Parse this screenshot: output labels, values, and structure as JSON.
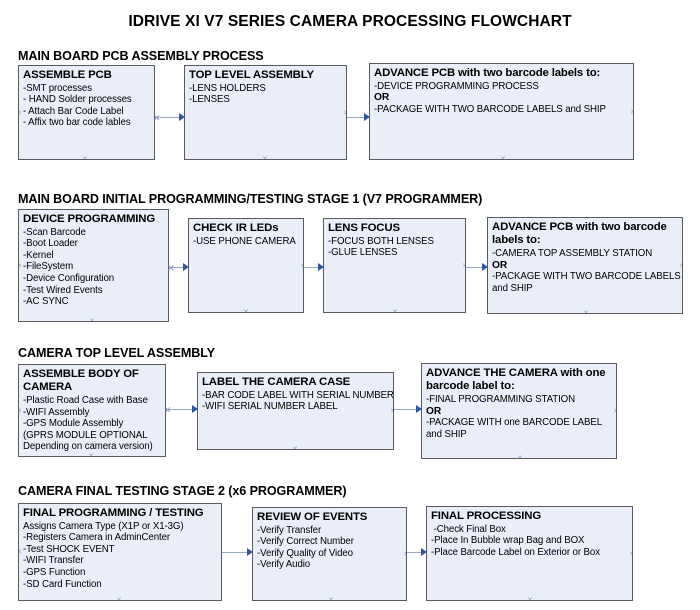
{
  "page": {
    "title": "IDRIVE XI V7 SERIES CAMERA PROCESSING FLOWCHART",
    "background_color": "#ffffff",
    "node_fill_color": "#e9eef8",
    "node_border_color": "#59595e",
    "connector_color": "#96a7c4",
    "arrowhead_color": "#2f55a4"
  },
  "sections": [
    {
      "id": "main-board-pcb-assembly-process",
      "title": "MAIN BOARD PCB ASSEMBLY PROCESS",
      "nodes": [
        {
          "id": "assemble-pcb",
          "title": "ASSEMBLE PCB",
          "lines": [
            {
              "text": "-SMT processes",
              "bold": false
            },
            {
              "text": "- HAND Solder processes",
              "bold": false
            },
            {
              "text": "- Attach Bar Code Label",
              "bold": false
            },
            {
              "text": "- Affix two bar code lables",
              "bold": false
            }
          ]
        },
        {
          "id": "top-level-assembly",
          "title": "TOP LEVEL ASSEMBLY",
          "lines": [
            {
              "text": "-LENS HOLDERS",
              "bold": false
            },
            {
              "text": "-LENSES",
              "bold": false
            }
          ]
        },
        {
          "id": "advance-pcb-two-barcode-labels",
          "title": "ADVANCE PCB with two barcode labels to:",
          "lines": [
            {
              "text": "-DEVICE PROGRAMMING PROCESS",
              "bold": false
            },
            {
              "text": "OR",
              "bold": true
            },
            {
              "text": "-PACKAGE WITH TWO BARCODE LABELS and SHIP",
              "bold": false
            }
          ]
        }
      ]
    },
    {
      "id": "main-board-initial-programming-testing-stage-1",
      "title": "MAIN BOARD INITIAL PROGRAMMING/TESTING STAGE 1 (V7 PROGRAMMER)",
      "nodes": [
        {
          "id": "device-programming",
          "title": "DEVICE PROGRAMMING",
          "lines": [
            {
              "text": "-Scan Barcode",
              "bold": false
            },
            {
              "text": "-Boot Loader",
              "bold": false
            },
            {
              "text": "-Kernel",
              "bold": false
            },
            {
              "text": "-FileSystem",
              "bold": false
            },
            {
              "text": "-Device Configuration",
              "bold": false
            },
            {
              "text": "-Test Wired Events",
              "bold": false
            },
            {
              "text": "-AC SYNC",
              "bold": false
            }
          ]
        },
        {
          "id": "check-ir-leds",
          "title": "CHECK IR LEDs",
          "lines": [
            {
              "text": "-USE PHONE CAMERA",
              "bold": false
            }
          ]
        },
        {
          "id": "lens-focus",
          "title": "LENS FOCUS",
          "lines": [
            {
              "text": "-FOCUS BOTH LENSES",
              "bold": false
            },
            {
              "text": "-GLUE LENSES",
              "bold": false
            }
          ]
        },
        {
          "id": "advance-pcb-to-camera-top-assembly",
          "title": "ADVANCE PCB with two barcode\nlabels to:",
          "lines": [
            {
              "text": "-CAMERA TOP ASSEMBLY STATION",
              "bold": false
            },
            {
              "text": "OR",
              "bold": true
            },
            {
              "text": "-PACKAGE WITH TWO BARCODE LABELS",
              "bold": false
            },
            {
              "text": "and SHIP",
              "bold": false
            }
          ]
        }
      ]
    },
    {
      "id": "camera-top-level-assembly",
      "title": "CAMERA TOP LEVEL ASSEMBLY",
      "nodes": [
        {
          "id": "assemble-body-of-camera",
          "title": "ASSEMBLE BODY OF\nCAMERA",
          "lines": [
            {
              "text": "-Plastic Road Case with Base",
              "bold": false
            },
            {
              "text": "-WIFI Assembly",
              "bold": false
            },
            {
              "text": "-GPS Module Assembly",
              "bold": false
            },
            {
              "text": "(GPRS MODULE OPTIONAL",
              "bold": false
            },
            {
              "text": "Depending on camera version)",
              "bold": false
            }
          ]
        },
        {
          "id": "label-the-camera-case",
          "title": "LABEL THE CAMERA CASE",
          "lines": [
            {
              "text": "-BAR CODE LABEL WITH SERIAL NUMBER",
              "bold": false
            },
            {
              "text": "-WIFI SERIAL NUMBER LABEL",
              "bold": false
            }
          ]
        },
        {
          "id": "advance-the-camera-one-barcode-label",
          "title": "ADVANCE THE CAMERA with one\nbarcode label to:",
          "lines": [
            {
              "text": "-FINAL PROGRAMMING STATION",
              "bold": false
            },
            {
              "text": "OR",
              "bold": true
            },
            {
              "text": "-PACKAGE WITH one BARCODE LABEL",
              "bold": false
            },
            {
              "text": "and SHIP",
              "bold": false
            }
          ]
        }
      ]
    },
    {
      "id": "camera-final-testing-stage-2",
      "title": "CAMERA FINAL TESTING STAGE 2 (x6 PROGRAMMER)",
      "nodes": [
        {
          "id": "final-programming-testing",
          "title": "FINAL PROGRAMMING / TESTING",
          "lines": [
            {
              "text": "Assigns Camera Type (X1P or X1-3G)",
              "bold": false
            },
            {
              "text": "-Registers Camera in AdminCenter",
              "bold": false
            },
            {
              "text": "-Test SHOCK EVENT",
              "bold": false
            },
            {
              "text": "-WIFI Transfer",
              "bold": false
            },
            {
              "text": "-GPS Function",
              "bold": false
            },
            {
              "text": "-SD Card Function",
              "bold": false
            }
          ]
        },
        {
          "id": "review-of-events",
          "title": "REVIEW OF EVENTS",
          "lines": [
            {
              "text": "-Verify Transfer",
              "bold": false
            },
            {
              "text": "-Verify Correct Number",
              "bold": false
            },
            {
              "text": "-Verify Quality of Video",
              "bold": false
            },
            {
              "text": "-Verify Audio",
              "bold": false
            }
          ]
        },
        {
          "id": "final-processing",
          "title": "FINAL PROCESSING",
          "lines": [
            {
              "text": " -Check Final Box",
              "bold": false
            },
            {
              "text": "-Place In Bubble wrap Bag and BOX",
              "bold": false
            },
            {
              "text": "-Place Barcode Label on Exterior or Box",
              "bold": false
            }
          ]
        }
      ]
    }
  ]
}
